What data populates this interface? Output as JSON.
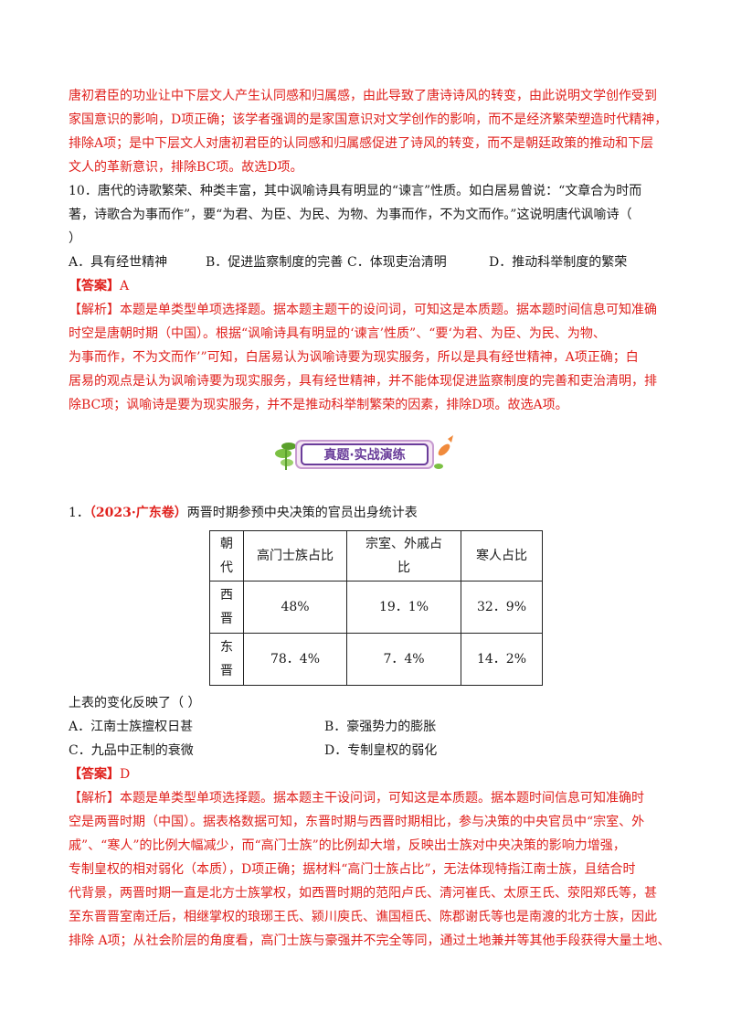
{
  "intro": {
    "lines": [
      "唐初君臣的功业让中下层文人产生认同感和归属感，由此导致了唐诗诗风的转变，由此说明文学创作受到",
      "家国意识的影响，D项正确；该学者强调的是家国意识对文学创作的影响，而不是经济繁荣塑造时代精神，",
      "排除A项；是中下层文人对唐初君臣的认同感和归属感促进了诗风的转变，而不是朝廷政策的推动和下层",
      "文人的革新意识，排除BC项。故选D项。"
    ]
  },
  "q10": {
    "lines": [
      "10．唐代的诗歌繁荣、种类丰富，其中讽喻诗具有明显的“谏言”性质。如白居易曾说：“文章合为时而",
      "著，诗歌合为事而作”，要“为君、为臣、为民、为物、为事而作，不为文而作。”这说明唐代讽喻诗（",
      "    ）"
    ],
    "options": [
      "A．具有经世精神",
      "B．促进监察制度的完善",
      "C．体现吏治清明",
      "D．推动科举制度的繁荣"
    ],
    "answer_label": "【答案】",
    "answer_value": "A",
    "analysis_lines": [
      "【解析】本题是单类型单项选择题。据本题主题干的设问词，可知这是本质题。据本题时间信息可知准确",
      "时空是唐朝时期（中国）。根据“讽喻诗具有明显的‘谏言’性质”、“要‘为君、为臣、为民、为物、",
      "为事而作，不为文而作’”可知，白居易认为讽喻诗要为现实服务，所以是具有经世精神，A项正确；白",
      "居易的观点是认为讽喻诗要为现实服务，具有经世精神，并不能体现促进监察制度的完善和吏治清明，排",
      "除BC项；讽喻诗是要为现实服务，并不是推动科举制繁荣的因素，排除D项。故选A项。"
    ]
  },
  "banner": {
    "text": "真题·实战演练"
  },
  "q1": {
    "number": "1．",
    "source": "（2023·广东卷）",
    "title": "两晋时期参预中央决策的官员出身统计表",
    "table": {
      "headers": [
        [
          "朝",
          "代"
        ],
        [
          "高门士族占比"
        ],
        [
          "宗室、外戚占",
          "比"
        ],
        [
          "寒人占比"
        ]
      ],
      "rows": [
        {
          "dynasty": [
            "西",
            "晋"
          ],
          "cells": [
            "48%",
            "19．1%",
            "32．9%"
          ]
        },
        {
          "dynasty": [
            "东",
            "晋"
          ],
          "cells": [
            "78．4%",
            "7．4%",
            "14．2%"
          ]
        }
      ]
    },
    "stem": "上表的变化反映了（     ）",
    "options": [
      "A．江南士族擅权日甚",
      "B．豪强势力的膨胀",
      "C．九品中正制的衰微",
      "D．专制皇权的弱化"
    ],
    "answer_label": "【答案】",
    "answer_value": "D",
    "analysis_lines": [
      "【解析】本题是单类型单项选择题。据本题主干设问词，可知这是本质题。据本题时间信息可知准确时",
      "空是两晋时期（中国）。据表格数据可知，东晋时期与西晋时期相比，参与决策的中央官员中“宗室、外",
      "戚”、“寒人”的比例大幅减少，而“高门士族”的比例却大增，反映出士族对中央决策的影响力增强，",
      "专制皇权的相对弱化（本质），D项正确；据材料“高门士族占比”，无法体现特指江南士族，且结合时",
      "代背景，两晋时期一直是北方士族掌权，如西晋时期的范阳卢氏、清河崔氏、太原王氏、荥阳郑氏等，甚",
      "至东晋晋室南迁后，相继掌权的琅琊王氏、颍川庾氏、谯国桓氏、陈郡谢氏等也是南渡的北方士族，因此",
      "排除 A项；从社会阶层的角度看，高门士族与豪强并不完全等同，通过土地兼并等其他手段获得大量土地、"
    ]
  },
  "colors": {
    "accent_red": "#e0201c",
    "banner_purple": "#6a3d9a",
    "banner_green": "#7bc043"
  }
}
